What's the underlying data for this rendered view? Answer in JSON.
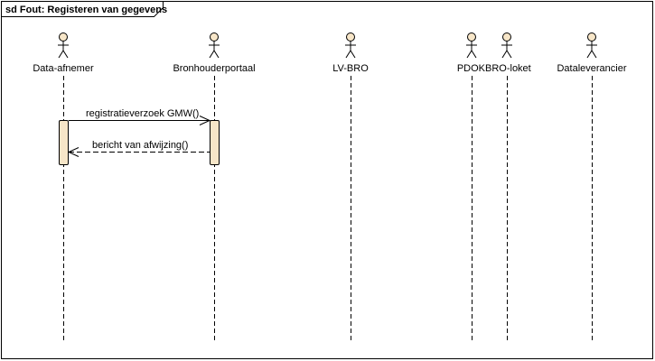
{
  "frame": {
    "title": "sd Fout: Registeren van gegevens"
  },
  "lifelines": [
    {
      "name": "Data-afnemer"
    },
    {
      "name": "Bronhouderportaal"
    },
    {
      "name": "LV-BRO"
    },
    {
      "name": "PDOK"
    },
    {
      "name": "BRO-loket"
    },
    {
      "name": "Dataleverancier"
    }
  ],
  "messages": [
    {
      "label": "registratieverzoek GMW()",
      "from": 0,
      "to": 1,
      "kind": "call"
    },
    {
      "label": "bericht van afwijzing()",
      "from": 1,
      "to": 0,
      "kind": "reply"
    }
  ],
  "colors": {
    "activation_fill": "#f7e6c8",
    "activation_stroke": "#000000",
    "actor_head_fill": "#f7e6c8",
    "line": "#000000"
  }
}
